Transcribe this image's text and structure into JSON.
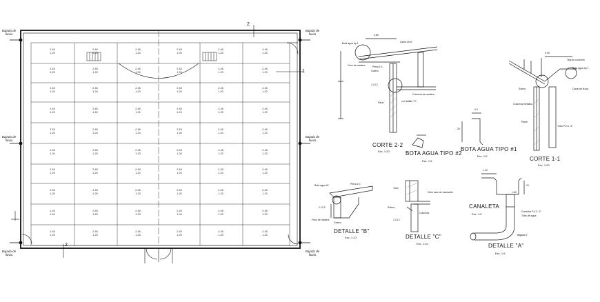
{
  "plan": {
    "bajada_label": "Bajada de lluvia",
    "cell_top": "2.45",
    "cell_bottom": "1.20",
    "axis_marks": {
      "top": "2",
      "right": "1",
      "bottom": "2"
    }
  },
  "details": {
    "corte22": {
      "title": "CORTE 2-2",
      "scale": "Esc. 1:20",
      "dim": "0.89",
      "notes": [
        "Listón de 6\"",
        "Bota agua típ 1",
        "Pieza 1¼",
        "Gotero",
        "Friso de madera",
        "1.13.2",
        "Paral",
        "ver detalle \"C\"",
        "Columna de madera"
      ]
    },
    "bota2": {
      "title": "BOTA AGUA TIPO #2",
      "scale": "Esc. 1:5"
    },
    "bota1": {
      "title": "BOTA AGUA TIPO #1",
      "scale": "Esc. 1:5",
      "dims": [
        "0.5",
        ".20"
      ]
    },
    "corte11": {
      "title": "CORTE 1-1",
      "scale": "Esc. 1:20",
      "dim": "0.90",
      "notes": [
        "Teja de concreto",
        "Bota agua típ 1",
        "Canal de lluvia",
        "Solera",
        "Columna metálica",
        "Panel",
        "Tubo P.V.C. 3\""
      ]
    },
    "detB": {
      "title": "DETALLE \"B\"",
      "scale": "Esc. 1:10",
      "notes": [
        "Bota agua #1",
        "Pieza 1¼",
        "Friso de madera",
        "1.13.2",
        "Gotero"
      ]
    },
    "detC": {
      "title": "DETALLE \"C\"",
      "scale": "Esc. 1:10",
      "notes": [
        "Tubo",
        "Solera",
        "Cielo raso de travesaño",
        "Columna",
        "1.13.2"
      ]
    },
    "canaleta": {
      "title": "CANALETA",
      "scale": "Esc. 1:5",
      "dims": [
        "1.10",
        "1.60",
        ".10"
      ]
    },
    "detA": {
      "title": "DETALLE \"A\"",
      "scale": "Esc. 1:5",
      "notes": [
        "Conector P.V.C. 3\"",
        "Tubo de agua",
        "Bajada 3\""
      ]
    }
  },
  "colors": {
    "line": "#111111",
    "grid": "#333333"
  }
}
